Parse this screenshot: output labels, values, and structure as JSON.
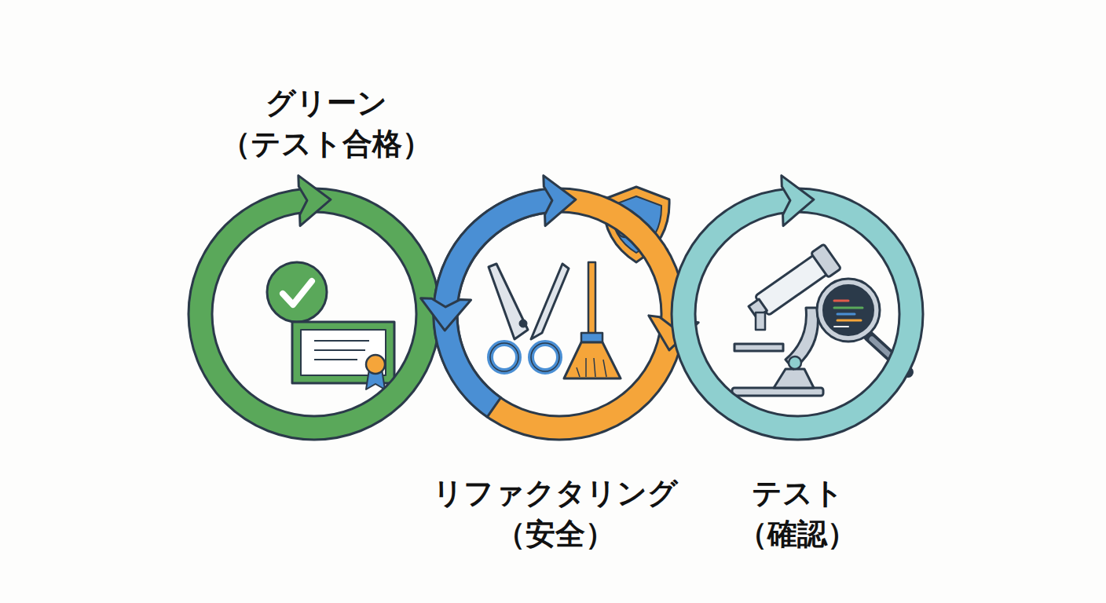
{
  "diagram": {
    "nodes": [
      {
        "text": [
          "グリーン （テスト合格）"
        ]
      },
      {
        "text": [
          "リファクタリング （安全）"
        ]
      },
      {
        "text": [
          "テスト （確認）"
        ]
      }
    ]
  }
}
